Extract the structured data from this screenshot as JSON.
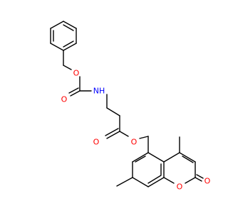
{
  "colors": {
    "bond": "#000000",
    "oxygen": "#ff0000",
    "nitrogen": "#0000ff",
    "background": "#ffffff"
  },
  "atoms": {
    "o_benzyl_ether": "O",
    "o_carbamate_carbonyl": "O",
    "nh": "NH",
    "o_ester_carbonyl": "O",
    "o_ester_link": "O",
    "o_ring": "O",
    "o_lactone_carbonyl": "O"
  }
}
